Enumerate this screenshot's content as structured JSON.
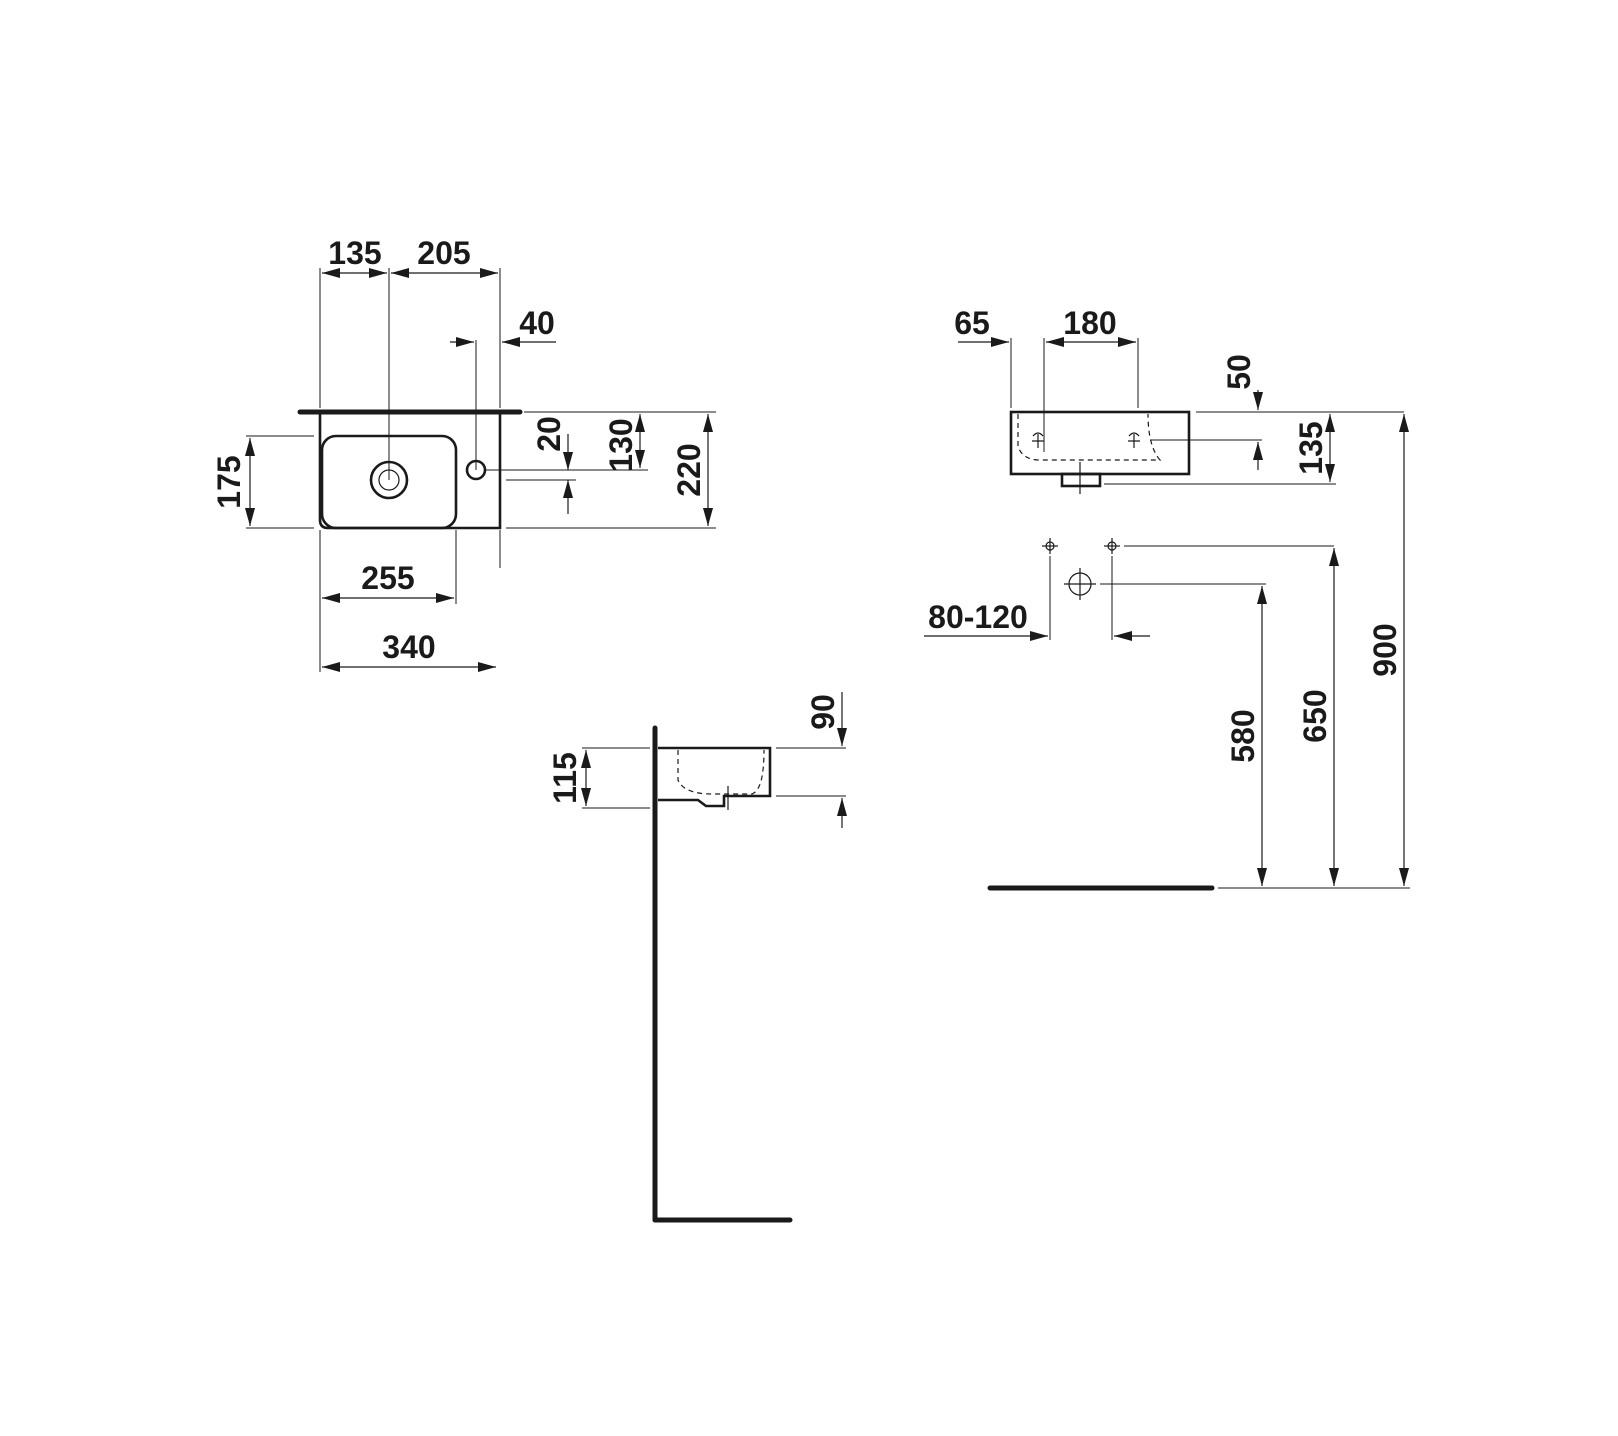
{
  "colors": {
    "line": "#1a1a1a",
    "background": "#ffffff"
  },
  "dimensions": {
    "top_view": {
      "w135": "135",
      "w205": "205",
      "w40": "40",
      "h175": "175",
      "h20": "20",
      "h130": "130",
      "h220": "220",
      "w255": "255",
      "w340": "340"
    },
    "front_view": {
      "w65": "65",
      "w180": "180",
      "h50": "50",
      "h135": "135",
      "w80_120": "80-120",
      "h580": "580",
      "h650": "650",
      "h900": "900"
    },
    "side_view": {
      "h90": "90",
      "h115": "115"
    }
  }
}
